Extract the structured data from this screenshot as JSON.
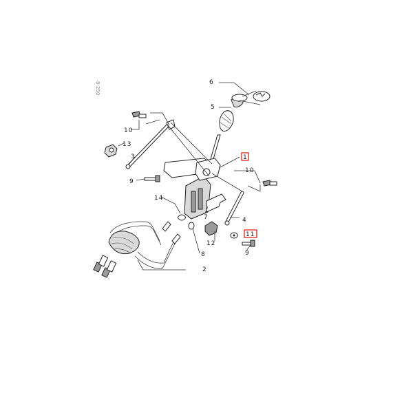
{
  "diagram": {
    "code": "8-250",
    "callouts": [
      {
        "id": "c6",
        "label": "6"
      },
      {
        "id": "c5",
        "label": "5"
      },
      {
        "id": "c1a",
        "label": "1",
        "highlighted": true
      },
      {
        "id": "c10a",
        "label": "10"
      },
      {
        "id": "c13",
        "label": "13"
      },
      {
        "id": "c3",
        "label": "3"
      },
      {
        "id": "c9a",
        "label": "9"
      },
      {
        "id": "c10b",
        "label": "10"
      },
      {
        "id": "c14",
        "label": "14"
      },
      {
        "id": "c7",
        "label": "7"
      },
      {
        "id": "c4",
        "label": "4"
      },
      {
        "id": "c11",
        "label": "11",
        "highlighted": true
      },
      {
        "id": "c12",
        "label": "12"
      },
      {
        "id": "c9b",
        "label": "9"
      },
      {
        "id": "c8",
        "label": "8"
      },
      {
        "id": "c2",
        "label": "2"
      }
    ],
    "highlight_color": "#d11111"
  }
}
